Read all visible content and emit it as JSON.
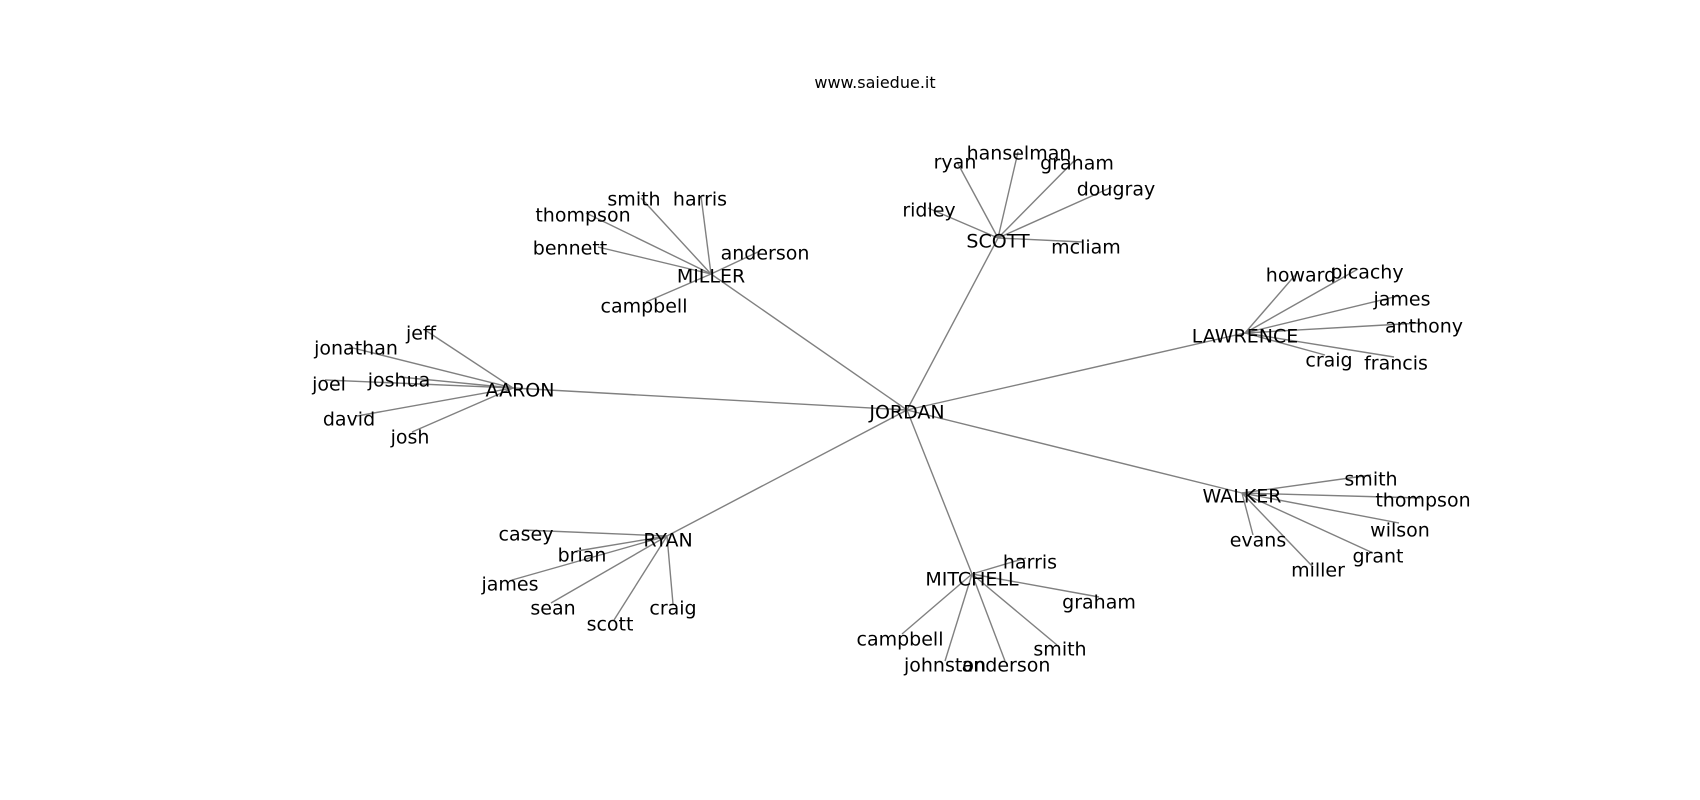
{
  "caption": "www.saiedue.it",
  "colors": {
    "edge": "#808080",
    "text": "#000000",
    "background": "#ffffff"
  },
  "graph": {
    "center": "JORDAN",
    "groups": [
      {
        "hub": "MILLER",
        "leaves": [
          "smith",
          "harris",
          "thompson",
          "bennett",
          "anderson",
          "campbell"
        ]
      },
      {
        "hub": "SCOTT",
        "leaves": [
          "ryan",
          "hanselman",
          "graham",
          "dougray",
          "ridley",
          "mcliam"
        ]
      },
      {
        "hub": "LAWRENCE",
        "leaves": [
          "howard",
          "picachy",
          "james",
          "anthony",
          "craig",
          "francis"
        ]
      },
      {
        "hub": "AARON",
        "leaves": [
          "jeff",
          "jonathan",
          "joshua",
          "joel",
          "david",
          "josh"
        ]
      },
      {
        "hub": "WALKER",
        "leaves": [
          "smith",
          "thompson",
          "wilson",
          "grant",
          "miller",
          "evans"
        ]
      },
      {
        "hub": "RYAN",
        "leaves": [
          "casey",
          "brian",
          "james",
          "sean",
          "scott",
          "craig"
        ]
      },
      {
        "hub": "MITCHELL",
        "leaves": [
          "harris",
          "graham",
          "smith",
          "anderson",
          "johnston",
          "campbell"
        ]
      }
    ]
  }
}
